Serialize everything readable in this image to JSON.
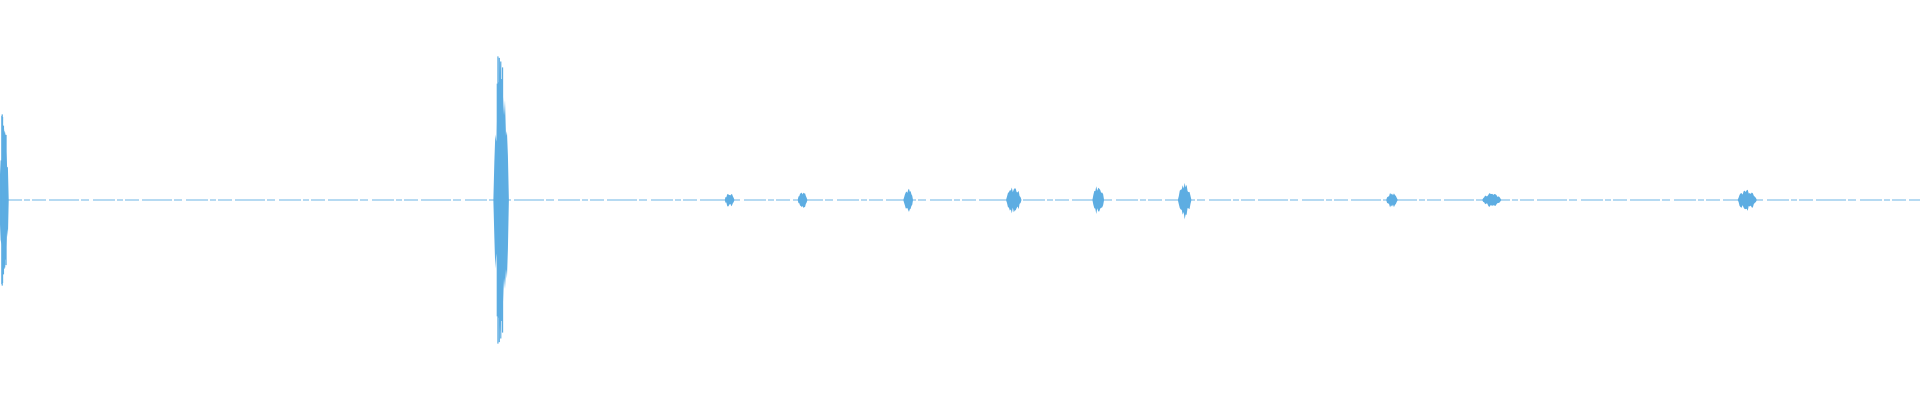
{
  "waveform": {
    "color": "#5dade2",
    "background": "#ffffff",
    "baseline_style": "dashed-thin",
    "bursts": [
      {
        "name": "burst-1",
        "amp": 0.43,
        "width": 0.003
      },
      {
        "name": "burst-2",
        "amp": 0.72,
        "width": 0.006
      },
      {
        "name": "burst-3",
        "amp": 0.04,
        "width": 0.003
      },
      {
        "name": "burst-4",
        "amp": 0.05,
        "width": 0.003
      },
      {
        "name": "burst-5",
        "amp": 0.06,
        "width": 0.003
      },
      {
        "name": "burst-6",
        "amp": 0.07,
        "width": 0.006
      },
      {
        "name": "burst-7",
        "amp": 0.08,
        "width": 0.004
      },
      {
        "name": "burst-8",
        "amp": 0.09,
        "width": 0.005
      },
      {
        "name": "burst-9",
        "amp": 0.04,
        "width": 0.004
      },
      {
        "name": "burst-10",
        "amp": 0.04,
        "width": 0.008
      },
      {
        "name": "burst-11",
        "amp": 0.06,
        "width": 0.008
      }
    ]
  }
}
